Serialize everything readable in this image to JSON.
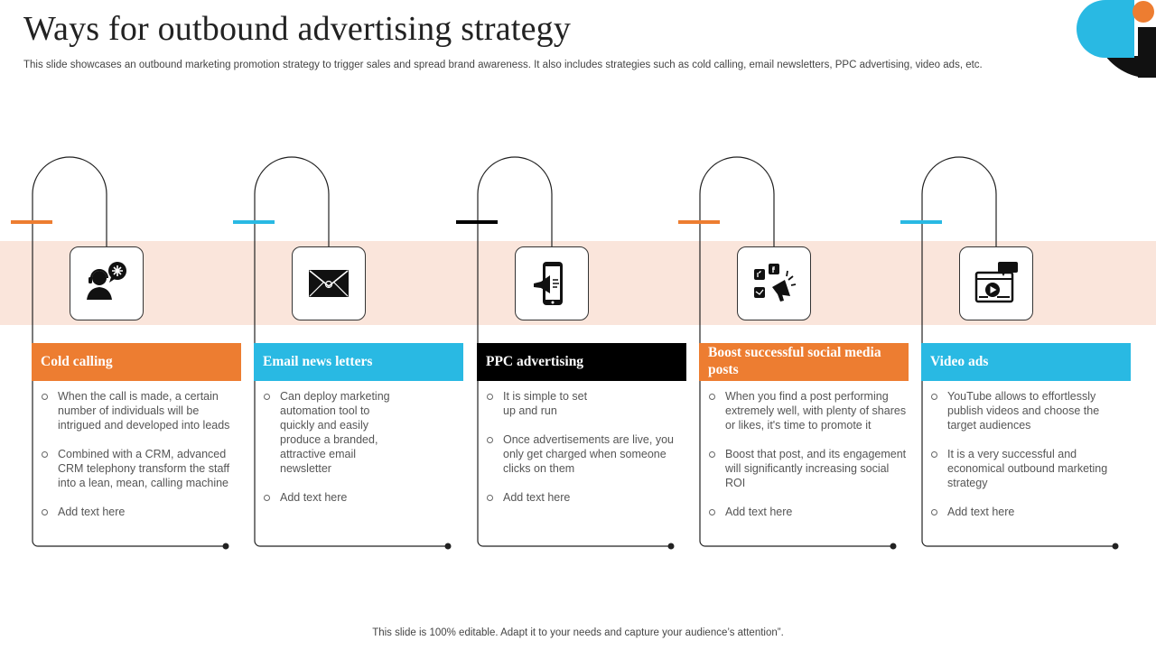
{
  "title": "Ways for outbound advertising strategy",
  "subtitle": "This slide showcases an outbound marketing promotion strategy to trigger sales and spread brand awareness.  It also includes strategies such as cold calling, email newsletters, PPC advertising, video ads, etc.",
  "footer": "This slide is 100% editable. Adapt it to your needs and capture your audience’s attention”.",
  "colors": {
    "orange": "#ed7d31",
    "blue": "#29b9e3",
    "black": "#000000",
    "band": "#fae5db"
  },
  "strategies": [
    {
      "header": "Cold calling",
      "color": "#ed7d31",
      "icon": "call-center-agent-icon",
      "bullets": [
        "When the call is made, a certain number of individuals will be intrigued and developed  into leads",
        "Combined with a CRM, advanced CRM telephony  transform the staff into a lean, mean, calling machine",
        "Add text here"
      ]
    },
    {
      "header": "Email news letters",
      "color": "#29b9e3",
      "icon": "email-envelope-icon",
      "bullets": [
        "Can deploy  marketing automation tool to quickly and easily produce a branded, attractive email newsletter",
        "Add text here"
      ]
    },
    {
      "header": "PPC advertising",
      "color": "#000000",
      "icon": "mobile-megaphone-icon",
      "bullets": [
        "It is simple to set up and run",
        "Once advertisements are live, you only get charged when someone clicks on them",
        "Add text here"
      ]
    },
    {
      "header": "Boost successful social media posts",
      "color": "#ed7d31",
      "icon": "social-media-megaphone-icon",
      "bullets": [
        "When you find a post performing extremely well, with plenty of shares or likes, it's time to promote it",
        "Boost that post, and its engagement will significantly increasing social ROI",
        "Add text here"
      ]
    },
    {
      "header": "Video ads",
      "color": "#29b9e3",
      "icon": "video-ads-icon",
      "bullets": [
        "YouTube allows  to effortlessly publish videos and choose the target audiences",
        "It is a very successful and economical outbound marketing strategy",
        "Add text here"
      ]
    }
  ]
}
